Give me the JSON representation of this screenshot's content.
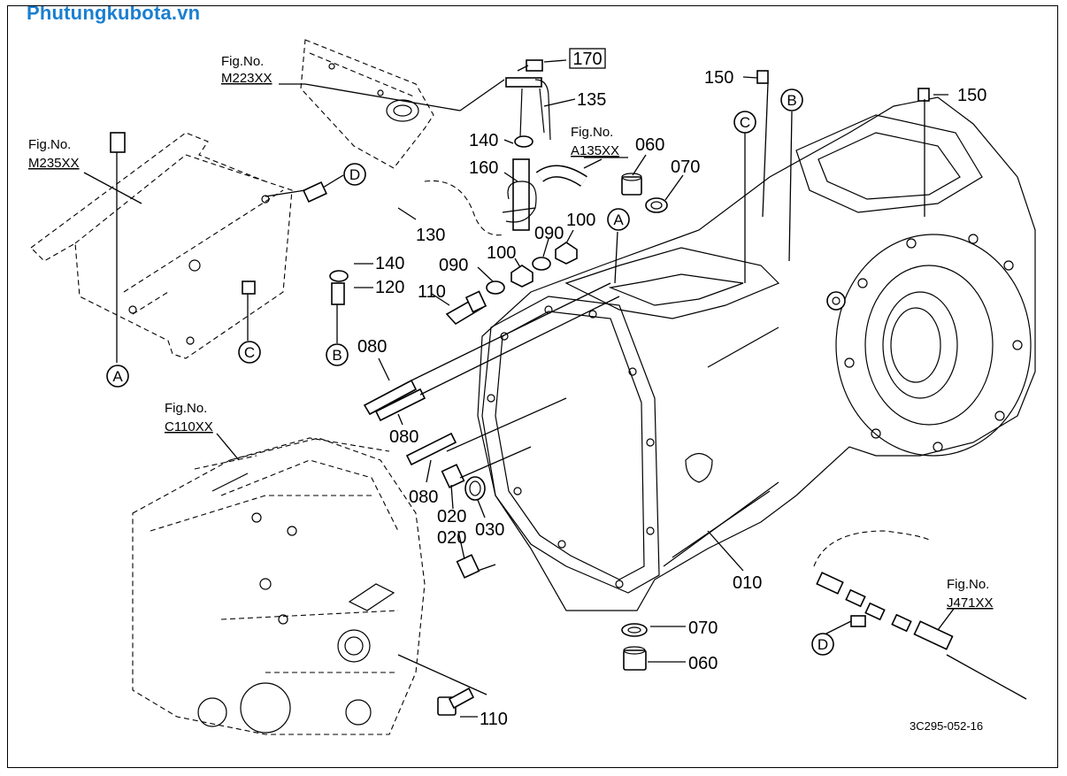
{
  "watermark": "Phutungkubota.vn",
  "diagram_code": "3C295-052-16",
  "figure_refs": {
    "m223": {
      "title": "Fig.No.",
      "code": "M223XX"
    },
    "m235": {
      "title": "Fig.No.",
      "code": "M235XX"
    },
    "a135": {
      "title": "Fig.No.",
      "code": "A135XX"
    },
    "c110": {
      "title": "Fig.No.",
      "code": "C110XX"
    },
    "j471": {
      "title": "Fig.No.",
      "code": "J471XX"
    }
  },
  "part_labels": {
    "p170": "170",
    "p135": "135",
    "p140a": "140",
    "p160": "160",
    "p060a": "060",
    "p070a": "070",
    "p150a": "150",
    "p150b": "150",
    "p130": "130",
    "p140b": "140",
    "p120": "120",
    "p090a": "090",
    "p100a": "100",
    "p100b": "100",
    "p090b": "090",
    "p110a": "110",
    "p080a": "080",
    "p080b": "080",
    "p080c": "080",
    "p020a": "020",
    "p030": "030",
    "p020b": "020",
    "p010": "010",
    "p070b": "070",
    "p060b": "060",
    "p110b": "110"
  },
  "callouts": {
    "a1": "A",
    "a2": "A",
    "b1": "B",
    "b2": "B",
    "c1": "C",
    "c2": "C",
    "d1": "D",
    "d2": "D"
  }
}
